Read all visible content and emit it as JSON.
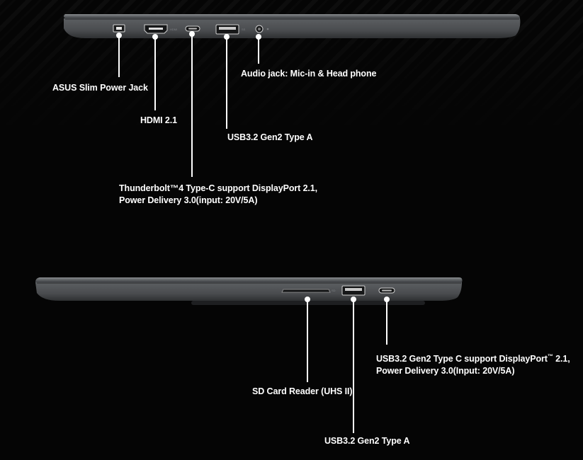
{
  "left_side": {
    "ports": [
      {
        "id": "power",
        "label": "ASUS Slim Power Jack"
      },
      {
        "id": "hdmi",
        "label": "HDMI 2.1"
      },
      {
        "id": "tb4",
        "label": "Thunderbolt™4 Type-C support DisplayPort 2.1,",
        "label2": "Power Delivery 3.0(input: 20V/5A)"
      },
      {
        "id": "usba",
        "label": "USB3.2 Gen2 Type A"
      },
      {
        "id": "audio",
        "label": "Audio jack: Mic-in & Head phone"
      }
    ]
  },
  "right_side": {
    "ports": [
      {
        "id": "sd",
        "label": "SD Card Reader (UHS II)"
      },
      {
        "id": "usba",
        "label": "USB3.2 Gen2 Type A"
      },
      {
        "id": "usbc",
        "label": "USB3.2 Gen2 Type C support DisplayPort",
        "label_tm": "™",
        "label_end": " 2.1,",
        "label2": "Power Delivery 3.0(Input: 20V/5A)"
      }
    ]
  },
  "colors": {
    "background": "#050505",
    "chassis": "#55585b",
    "callout": "#ffffff",
    "text": "#ffffff"
  }
}
